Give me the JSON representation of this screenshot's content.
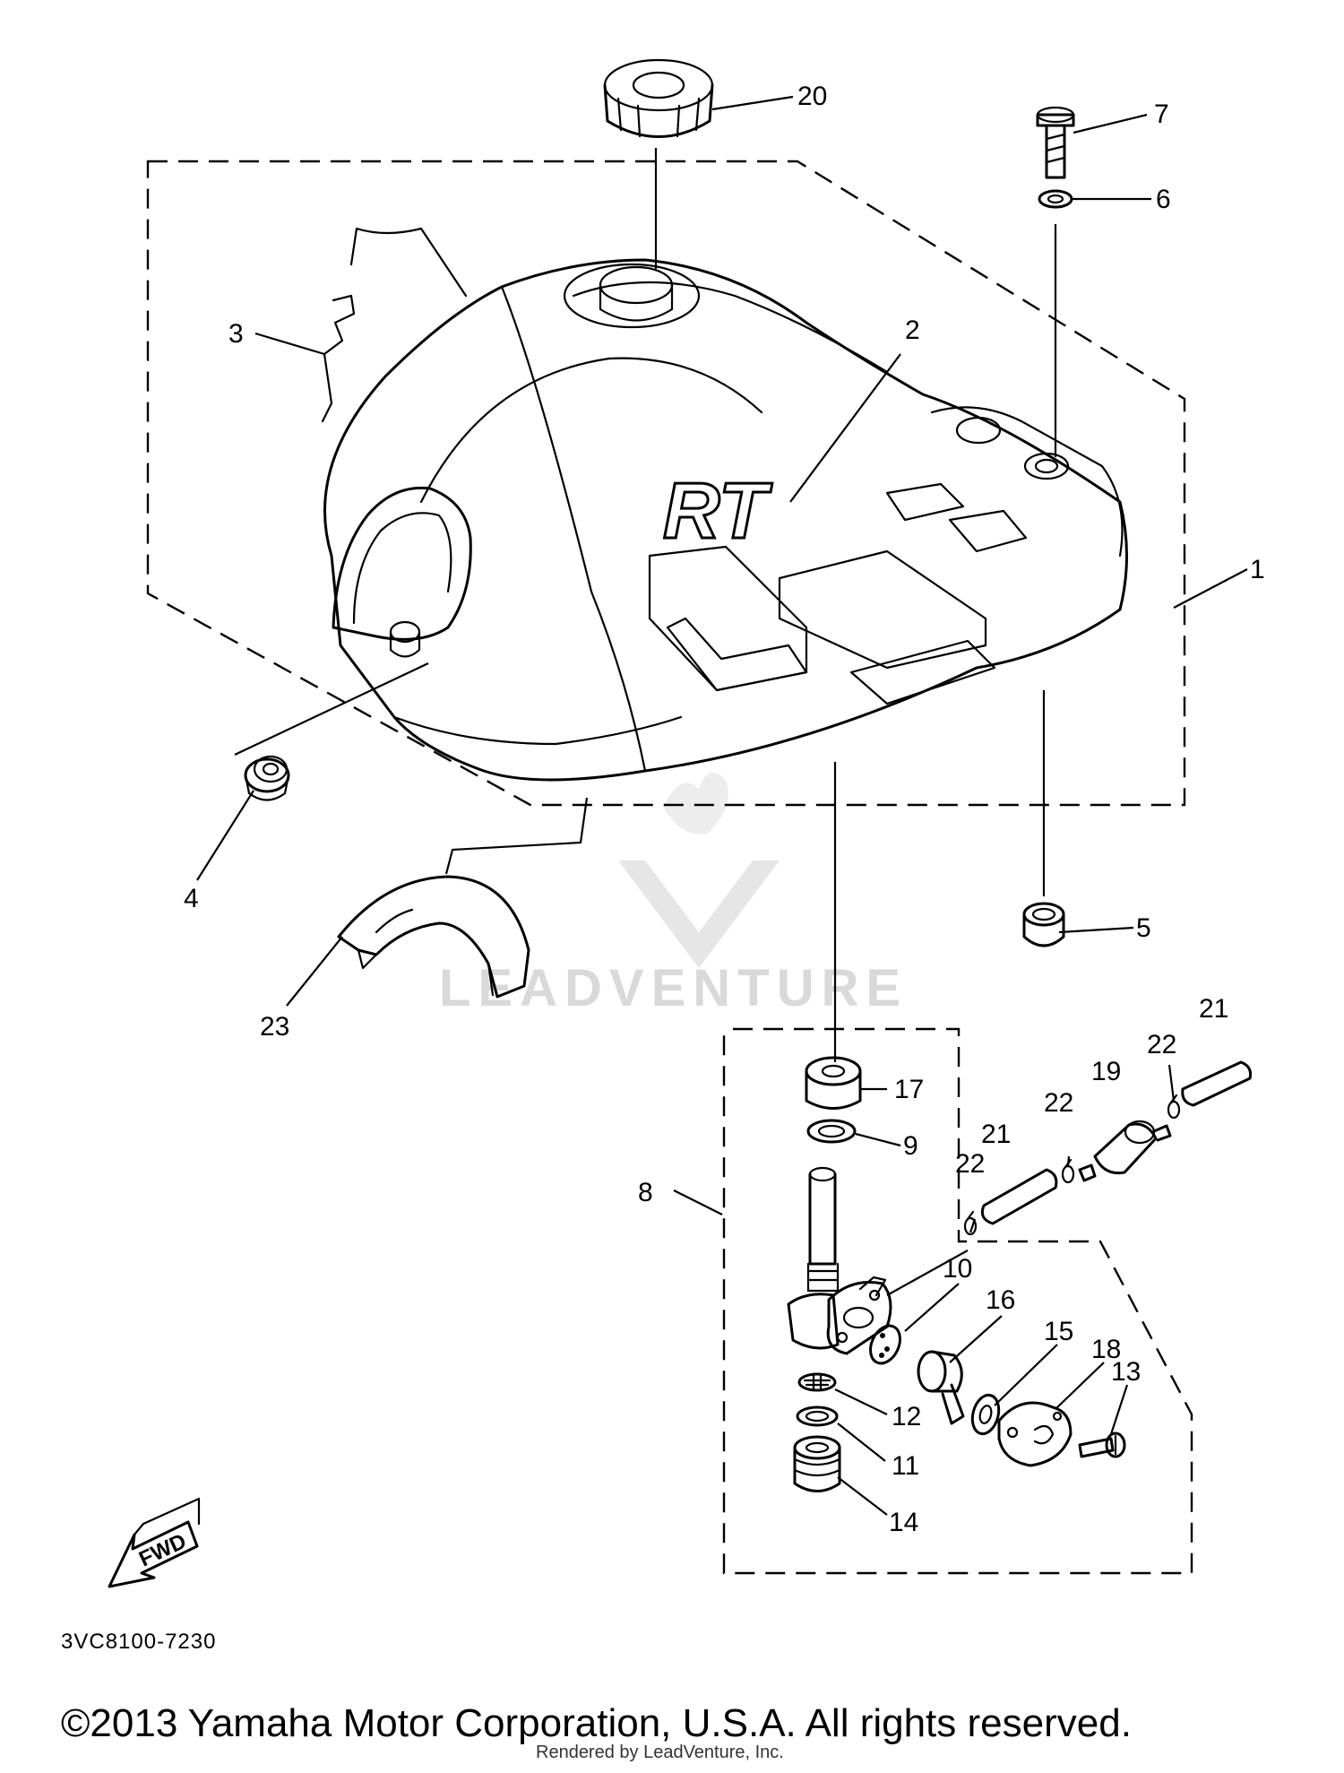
{
  "diagram_code": "3VC8100-7230",
  "copyright": "©2013 Yamaha Motor Corporation, U.S.A. All rights reserved.",
  "rendered_by": "Rendered by LeadVenture, Inc.",
  "watermark_text": "LEADVENTURE",
  "fwd_label": "FWD",
  "tank_logo": "RT",
  "callouts": {
    "c1": "1",
    "c2": "2",
    "c3": "3",
    "c4": "4",
    "c5": "5",
    "c6": "6",
    "c7": "7",
    "c8": "8",
    "c9": "9",
    "c10": "10",
    "c11": "11",
    "c12": "12",
    "c13": "13",
    "c14": "14",
    "c15": "15",
    "c16": "16",
    "c17": "17",
    "c18": "18",
    "c19": "19",
    "c20": "20",
    "c21a": "21",
    "c21b": "21",
    "c22a": "22",
    "c22b": "22",
    "c22c": "22",
    "c23": "23"
  }
}
